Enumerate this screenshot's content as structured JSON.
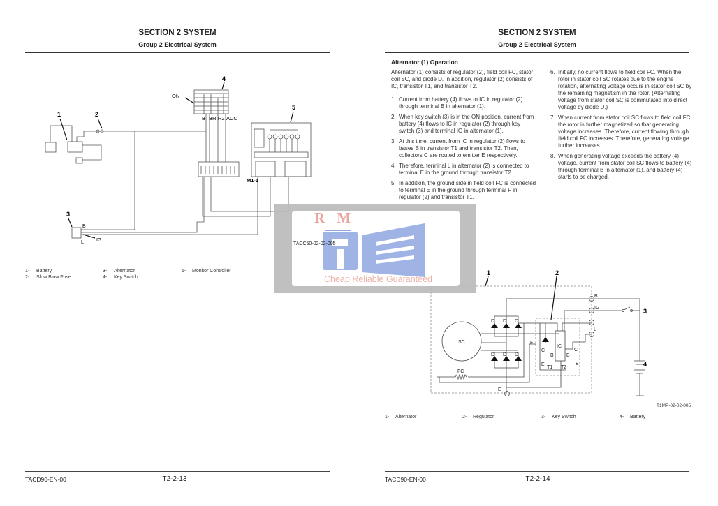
{
  "left_page": {
    "section": "SECTION 2 SYSTEM",
    "group": "Group 2 Electrical System",
    "diagram": {
      "callouts": [
        "1",
        "2",
        "3",
        "4",
        "5"
      ],
      "on_label": "ON",
      "key_terminals": [
        "B",
        "BR",
        "R2",
        "ACC"
      ],
      "alt_terminals": {
        "b": "B",
        "l": "L",
        "ig": "IG"
      },
      "connector": "M1-1",
      "figure_id": "TACC50-02-02-005"
    },
    "legend": [
      {
        "num": "1-",
        "label": "Battery"
      },
      {
        "num": "2-",
        "label": "Slow Blow Fuse"
      },
      {
        "num": "3-",
        "label": "Alternator"
      },
      {
        "num": "4-",
        "label": "Key Switch"
      },
      {
        "num": "5-",
        "label": "Monitor Controller"
      }
    ],
    "footer": {
      "doc": "TACD90-EN-00",
      "page": "T2-2-13"
    }
  },
  "right_page": {
    "section": "SECTION 2 SYSTEM",
    "group": "Group 2 Electrical System",
    "title": "Alternator (1) Operation",
    "intro": "Alternator (1) consists of regulator (2), field coil FC, stator coil SC, and diode D. In addition, regulator (2) consists of IC, transistor T1, and transistor T2.",
    "items": [
      {
        "n": "1.",
        "text": "Current from battery (4) flows to IC in regulator (2) through terminal B in alternator (1)."
      },
      {
        "n": "2.",
        "text": "When key switch (3) is in the ON position, current from battery (4) flows to IC in regulator (2) through key switch (3) and terminal IG in alternator (1)."
      },
      {
        "n": "3.",
        "text": "At this time, current from IC in regulator (2) flows to bases B in transistor T1 and transistor T2. Then, collectors C are routed to emitter E respectively."
      },
      {
        "n": "4.",
        "text": "Therefore, terminal L in alternator (2) is connected to terminal E in the ground through transistor T2."
      },
      {
        "n": "5.",
        "text": "In addition, the ground side in field coil FC is connected to terminal E in the ground through terminal F in regulator (2) and transistor T1."
      },
      {
        "n": "6.",
        "text": "Initially, no current flows to field coil FC. When the rotor in stator coil SC rotates due to the engine rotation, alternating voltage occurs in stator coil SC by the remaining magnetism in the rotor. (Alternating voltage from stator coil SC is commutated into direct voltage by diode D.)"
      },
      {
        "n": "7.",
        "text": "When current from stator coil SC flows to field coil FC, the rotor is further magnetized so that generating voltage increases. Therefore, current flowing through field coil FC increases. Therefore, generating voltage further increases."
      },
      {
        "n": "8.",
        "text": "When generating voltage exceeds the battery (4) voltage, current from stator coil SC flows to battery (4) through terminal B in alternator (1), and battery (4) starts to be charged."
      }
    ],
    "diagram": {
      "callouts": [
        "1",
        "2",
        "3",
        "4"
      ],
      "labels": {
        "sc": "SC",
        "fc": "FC",
        "d": "D",
        "b": "B",
        "ig": "IG",
        "l": "L",
        "f": "F",
        "e": "E",
        "c": "C",
        "ic": "IC",
        "t1": "T1",
        "t2": "T2"
      },
      "figure_id": "T1MP-02-02-005"
    },
    "legend": [
      {
        "num": "1-",
        "label": "Alternator"
      },
      {
        "num": "2-",
        "label": "Regulator"
      },
      {
        "num": "3-",
        "label": "Key Switch"
      },
      {
        "num": "4-",
        "label": "Battery"
      }
    ],
    "footer": {
      "doc": "TACD90-EN-00",
      "page": "T2-2-14"
    }
  },
  "watermark": {
    "letters": "R M",
    "slogan": "Cheap Reliable Guaranteed",
    "colors": {
      "red": "#e8a8a0",
      "blue": "#8fa6e0"
    }
  }
}
